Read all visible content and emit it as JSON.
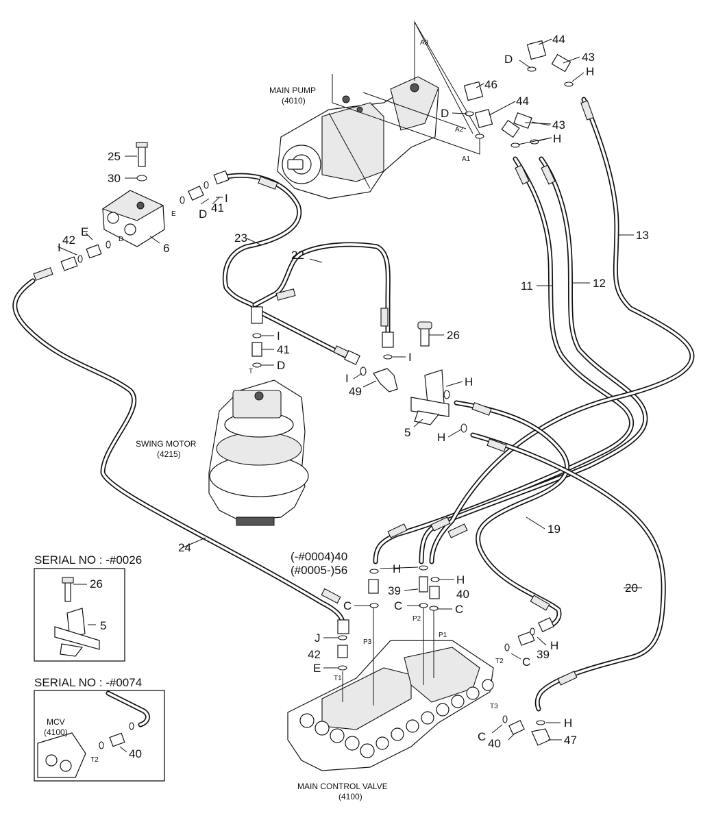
{
  "components": {
    "main_pump": {
      "name": "MAIN PUMP",
      "code": "(4010)"
    },
    "swing_motor": {
      "name": "SWING MOTOR",
      "code": "(4215)"
    },
    "main_control_valve": {
      "name": "MAIN CONTROL VALVE",
      "code": "(4100)"
    },
    "mcv_inset": {
      "name": "MCV",
      "code": "(4100)"
    }
  },
  "serial_boxes": [
    {
      "title": "SERIAL NO : -#0026",
      "labels": [
        "26",
        "5"
      ]
    },
    {
      "title": "SERIAL NO : -#0074",
      "labels": [
        "40",
        "T2"
      ]
    }
  ],
  "port_labels": [
    "A3",
    "A2",
    "A1",
    "E",
    "D",
    "T",
    "P3",
    "P2",
    "P1",
    "T1",
    "T2",
    "T3"
  ],
  "callouts": {
    "n44a": "44",
    "n43a": "43",
    "n46": "46",
    "n44b": "44",
    "n43b": "43",
    "Da": "D",
    "Ha": "H",
    "Db": "D",
    "Hb": "H",
    "n25": "25",
    "n30": "30",
    "n41a": "41",
    "Dc": "D",
    "Ia": "I",
    "n6": "6",
    "n42a": "42",
    "Ea": "E",
    "Ib": "I",
    "n23": "23",
    "n22": "22",
    "n11": "11",
    "n12": "12",
    "n13": "13",
    "Ic": "I",
    "n41b": "41",
    "Dd": "D",
    "n26a": "26",
    "Id": "I",
    "Ie": "I",
    "n49": "49",
    "Hc": "H",
    "n5a": "5",
    "Hd": "H",
    "n19": "19",
    "n24": "24",
    "n40a": "(-#0004)40",
    "n56": "(#0005-)56",
    "He": "H",
    "Hf": "H",
    "n39a": "39",
    "n40b": "40",
    "Ca": "C",
    "Cb": "C",
    "Cc": "C",
    "n20": "20",
    "Ja": "J",
    "n42b": "42",
    "Eb": "E",
    "n39b": "39",
    "Hg": "H",
    "Cd": "C",
    "Ce": "C",
    "n40c": "40",
    "Hh": "H",
    "n47": "47"
  }
}
